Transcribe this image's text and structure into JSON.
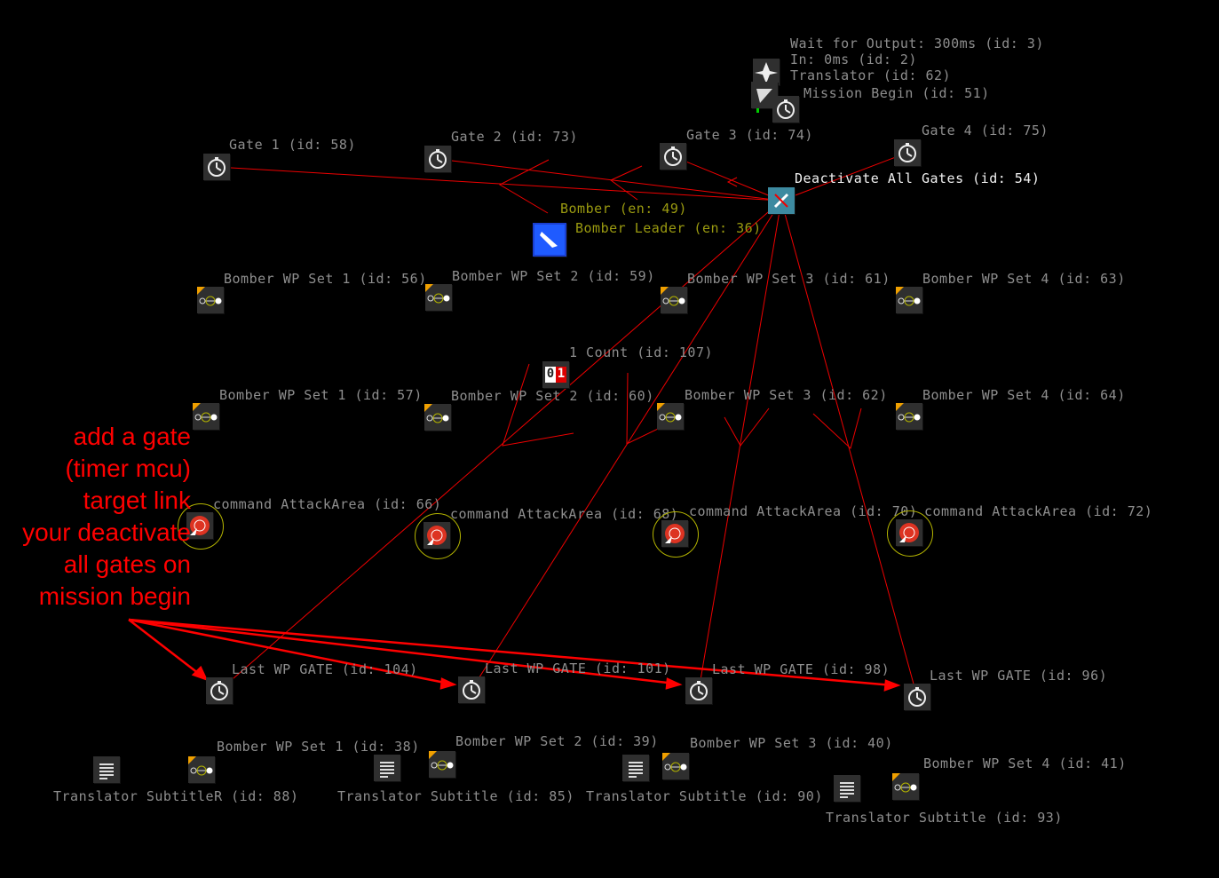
{
  "top_cluster": {
    "wait_label": "Wait for Output: 300ms (id: 3)",
    "in_label": "In: 0ms (id: 2)",
    "translator_label": "Translator (id: 62)",
    "mission_label": "Mission Begin (id: 51)"
  },
  "gates": [
    {
      "label": "Gate 1 (id: 58)"
    },
    {
      "label": "Gate 2 (id: 73)"
    },
    {
      "label": "Gate 3 (id: 74)"
    },
    {
      "label": "Gate 4 (id: 75)"
    }
  ],
  "deactivate": {
    "label": "Deactivate All Gates (id: 54)"
  },
  "bomber": {
    "label": "Bomber (en: 49)",
    "leader_label": "Bomber Leader (en: 36)"
  },
  "wp_row1": [
    {
      "label": "Bomber WP Set 1 (id: 56)"
    },
    {
      "label": "Bomber WP Set 2 (id: 59)"
    },
    {
      "label": "Bomber WP Set 3 (id: 61)"
    },
    {
      "label": "Bomber WP Set 4 (id: 63)"
    }
  ],
  "counter": {
    "label": "1 Count (id: 107)",
    "display": "01"
  },
  "wp_row2": [
    {
      "label": "Bomber WP Set 1 (id: 57)"
    },
    {
      "label": "Bomber WP Set 2 (id: 60)"
    },
    {
      "label": "Bomber WP Set 3 (id: 62)"
    },
    {
      "label": "Bomber WP Set 4 (id: 64)"
    }
  ],
  "commands": [
    {
      "label": "command AttackArea (id: 66)"
    },
    {
      "label": "command AttackArea (id: 68)"
    },
    {
      "label": "command AttackArea (id: 70)"
    },
    {
      "label": "command AttackArea (id: 72)"
    }
  ],
  "last_gates": [
    {
      "label": "Last WP GATE (id: 104)"
    },
    {
      "label": "Last WP GATE (id: 101)"
    },
    {
      "label": "Last WP GATE (id: 98)"
    },
    {
      "label": "Last WP GATE (id: 96)"
    }
  ],
  "bottom": {
    "translators": [
      {
        "label": "Translator SubtitleR (id: 88)"
      },
      {
        "label": "Translator Subtitle (id: 85)"
      },
      {
        "label": "Translator Subtitle (id: 90)"
      },
      {
        "label": "Translator Subtitle (id: 93)"
      }
    ],
    "wp_sets": [
      {
        "label": "Bomber WP Set 1 (id: 38)"
      },
      {
        "label": "Bomber WP Set 2 (id: 39)"
      },
      {
        "label": "Bomber WP Set 3 (id: 40)"
      },
      {
        "label": "Bomber WP Set 4 (id: 41)"
      }
    ]
  },
  "annotation": {
    "lines": [
      "add a gate",
      "(timer mcu)",
      "target link",
      "your deactivate",
      "all gates on",
      "mission begin"
    ],
    "color": "#ff0000"
  }
}
